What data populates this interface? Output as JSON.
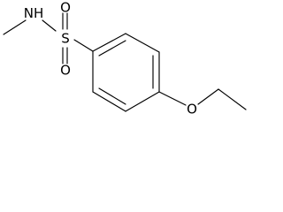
{
  "molecule": {
    "atoms": {
      "n": {
        "label": "N",
        "sub": "H"
      },
      "s": "S",
      "o_top": "O",
      "o_bottom": "O",
      "o_ether": "O"
    }
  },
  "colors": {
    "bond": "#000000",
    "background": "#ffffff"
  }
}
